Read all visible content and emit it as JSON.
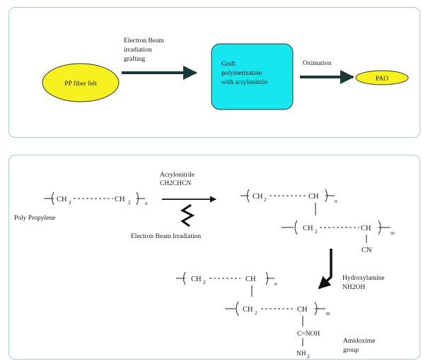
{
  "flow": {
    "node_pp": "PP fiber felt",
    "step1": [
      "Electron Beam",
      "irradiation",
      "grafting"
    ],
    "node_graft": [
      "Graft",
      "polymerization",
      "with acrylonitrile"
    ],
    "step2": "Oximation",
    "node_pao": "PAO"
  },
  "reaction": {
    "pp_label": "Poly Propylene",
    "reagent1": "Acrylonitrile",
    "reagent1_formula": "CH2CHCN",
    "irradiation_label": "Electron Beam Irradiation",
    "reagent2": "Hydroxylamine",
    "reagent2_formula": "NH2OH",
    "product_label": [
      "Amidoxime",
      "group"
    ],
    "ch2": "CH",
    "ch": "CH",
    "sub_2": "2",
    "sub_n": "n",
    "sub_m": "m",
    "cn": "CN",
    "oxime": "C=NOH",
    "nh2": "NH",
    "cn_triple_bar": "|"
  },
  "colors": {
    "panel_border": "#a8c8ea",
    "ellipse_fill": "#f7f21f",
    "box_fill": "#16e6ef",
    "arrow": "#1a3a3a"
  }
}
